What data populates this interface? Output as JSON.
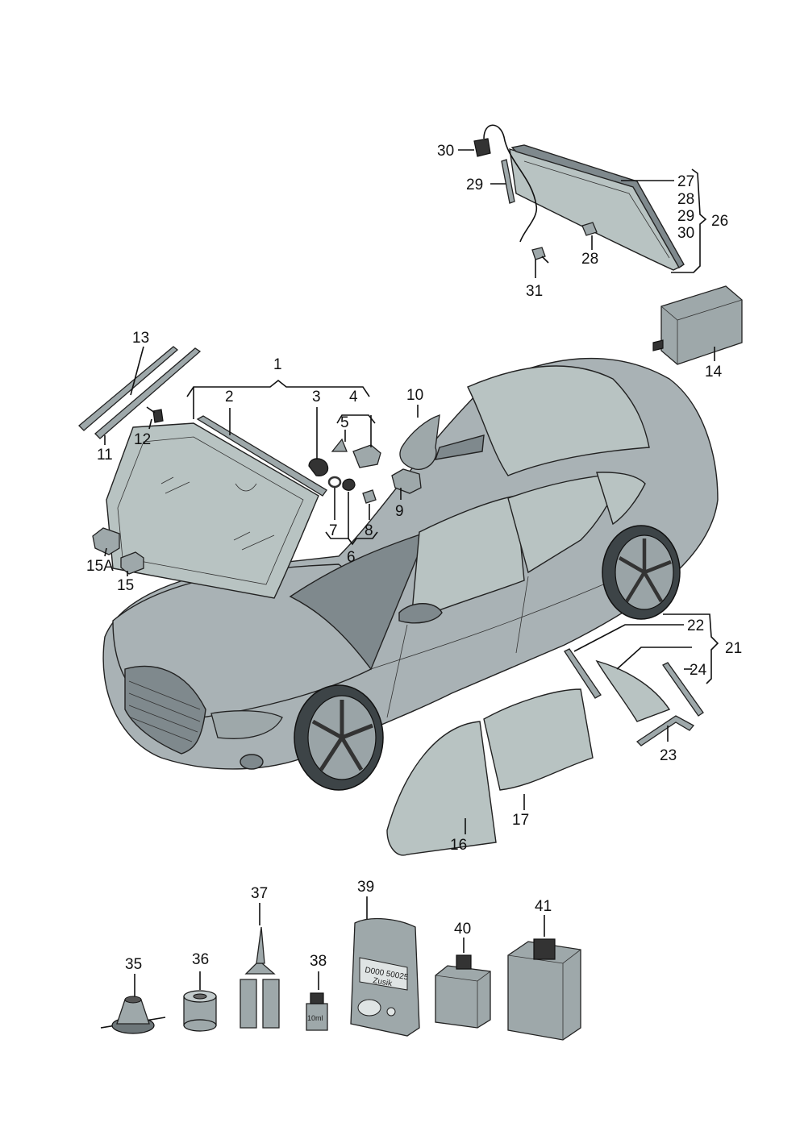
{
  "labels": {
    "l1": "1",
    "l2": "2",
    "l3": "3",
    "l4": "4",
    "l5": "5",
    "l6": "6",
    "l7": "7",
    "l8": "8",
    "l9": "9",
    "l10": "10",
    "l11": "11",
    "l12": "12",
    "l13": "13",
    "l14": "14",
    "l15": "15",
    "l15a": "15A",
    "l16": "16",
    "l17": "17",
    "l21": "21",
    "l22": "22",
    "l23": "23",
    "l24": "24",
    "l26": "26",
    "l27": "27",
    "l28a": "28",
    "l29a": "29",
    "l30a": "30",
    "l28b": "28",
    "l29b": "29",
    "l30b": "30",
    "l31": "31",
    "l35": "35",
    "l36": "36",
    "l37": "37",
    "l38": "38",
    "l39": "39",
    "l40": "40",
    "l41": "41"
  },
  "package_text": {
    "bottle_38": "10ml",
    "bag_39_line1": "D000 50025",
    "bag_39_line2": "Zusik"
  }
}
